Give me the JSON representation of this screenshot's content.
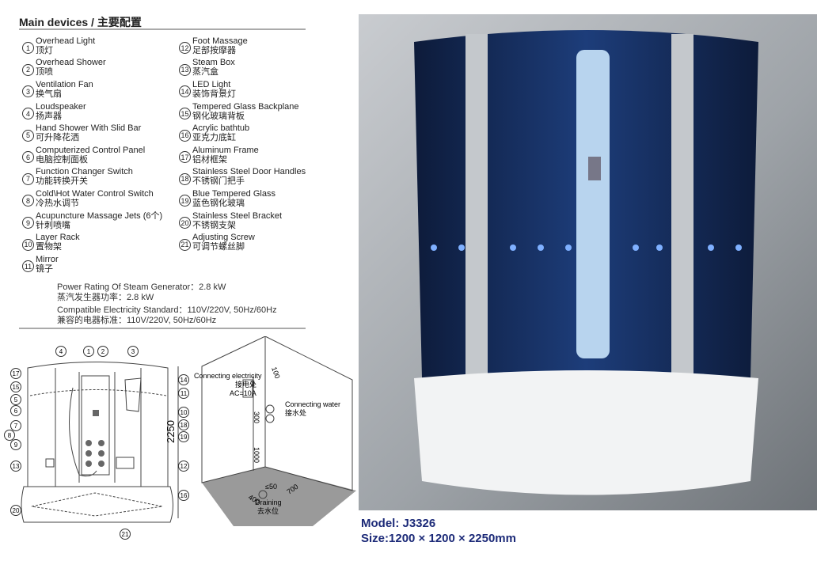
{
  "header": {
    "title": "Main devices / 主要配置"
  },
  "devices_left": [
    {
      "n": "1",
      "en": "Overhead Light",
      "zh": "顶灯"
    },
    {
      "n": "2",
      "en": "Overhead Shower",
      "zh": "顶喷"
    },
    {
      "n": "3",
      "en": "Ventilation Fan",
      "zh": "换气扇"
    },
    {
      "n": "4",
      "en": "Loudspeaker",
      "zh": "扬声器"
    },
    {
      "n": "5",
      "en": "Hand Shower With Slid Bar",
      "zh": "可升降花洒"
    },
    {
      "n": "6",
      "en": "Computerized Control Panel",
      "zh": "电脑控制面板"
    },
    {
      "n": "7",
      "en": "Function Changer Switch",
      "zh": "功能转换开关"
    },
    {
      "n": "8",
      "en": "Cold\\Hot Water Control Switch",
      "zh": "冷热水调节"
    },
    {
      "n": "9",
      "en": "Acupuncture Massage Jets (6个)",
      "zh": "针刺喷嘴"
    },
    {
      "n": "10",
      "en": "Layer Rack",
      "zh": "置物架"
    },
    {
      "n": "11",
      "en": "Mirror",
      "zh": "镜子"
    }
  ],
  "devices_right": [
    {
      "n": "12",
      "en": "Foot Massage",
      "zh": "足部按摩器"
    },
    {
      "n": "13",
      "en": "Steam Box",
      "zh": "蒸汽盒"
    },
    {
      "n": "14",
      "en": "LED Light",
      "zh": "装饰背景灯"
    },
    {
      "n": "15",
      "en": "Tempered Glass Backplane",
      "zh": "钢化玻璃背板"
    },
    {
      "n": "16",
      "en": "Acrylic bathtub",
      "zh": "亚克力底缸"
    },
    {
      "n": "17",
      "en": "Aluminum Frame",
      "zh": "铝材框架"
    },
    {
      "n": "18",
      "en": "Stainless Steel Door Handles",
      "zh": "不锈钢门把手"
    },
    {
      "n": "19",
      "en": "Blue Tempered Glass",
      "zh": "蓝色钢化玻璃"
    },
    {
      "n": "20",
      "en": "Stainless Steel Bracket",
      "zh": "不锈钢支架"
    },
    {
      "n": "21",
      "en": "Adjusting Screw",
      "zh": "可调节螺丝脚"
    }
  ],
  "specs": {
    "power_en": "Power Rating Of Steam Generator：2.8 kW",
    "power_zh": "蒸汽发生器功率：2.8 kW",
    "elec_en": "Compatible Electricity Standard：110V/220V, 50Hz/60Hz",
    "elec_zh": "兼容的电器标准：110V/220V, 50Hz/60Hz"
  },
  "diagram": {
    "height_dim": "2250",
    "callouts": [
      "1",
      "2",
      "3",
      "4",
      "5",
      "6",
      "7",
      "8",
      "9",
      "10",
      "11",
      "12",
      "13",
      "14",
      "15",
      "16",
      "17",
      "18",
      "19",
      "20",
      "21"
    ]
  },
  "install": {
    "elec_en": "Connecting electricity",
    "elec_zh": "接电处",
    "elec_ac": "AC=10A",
    "water_en": "Connecting water",
    "water_zh": "接水处",
    "drain_en": "Draining",
    "drain_zh": "去水位",
    "dims": [
      "100",
      "300",
      "1000",
      "400",
      "700",
      "≤50"
    ]
  },
  "product": {
    "model": "Model: J3326",
    "size": "Size:1200 × 1200 × 2250mm"
  }
}
